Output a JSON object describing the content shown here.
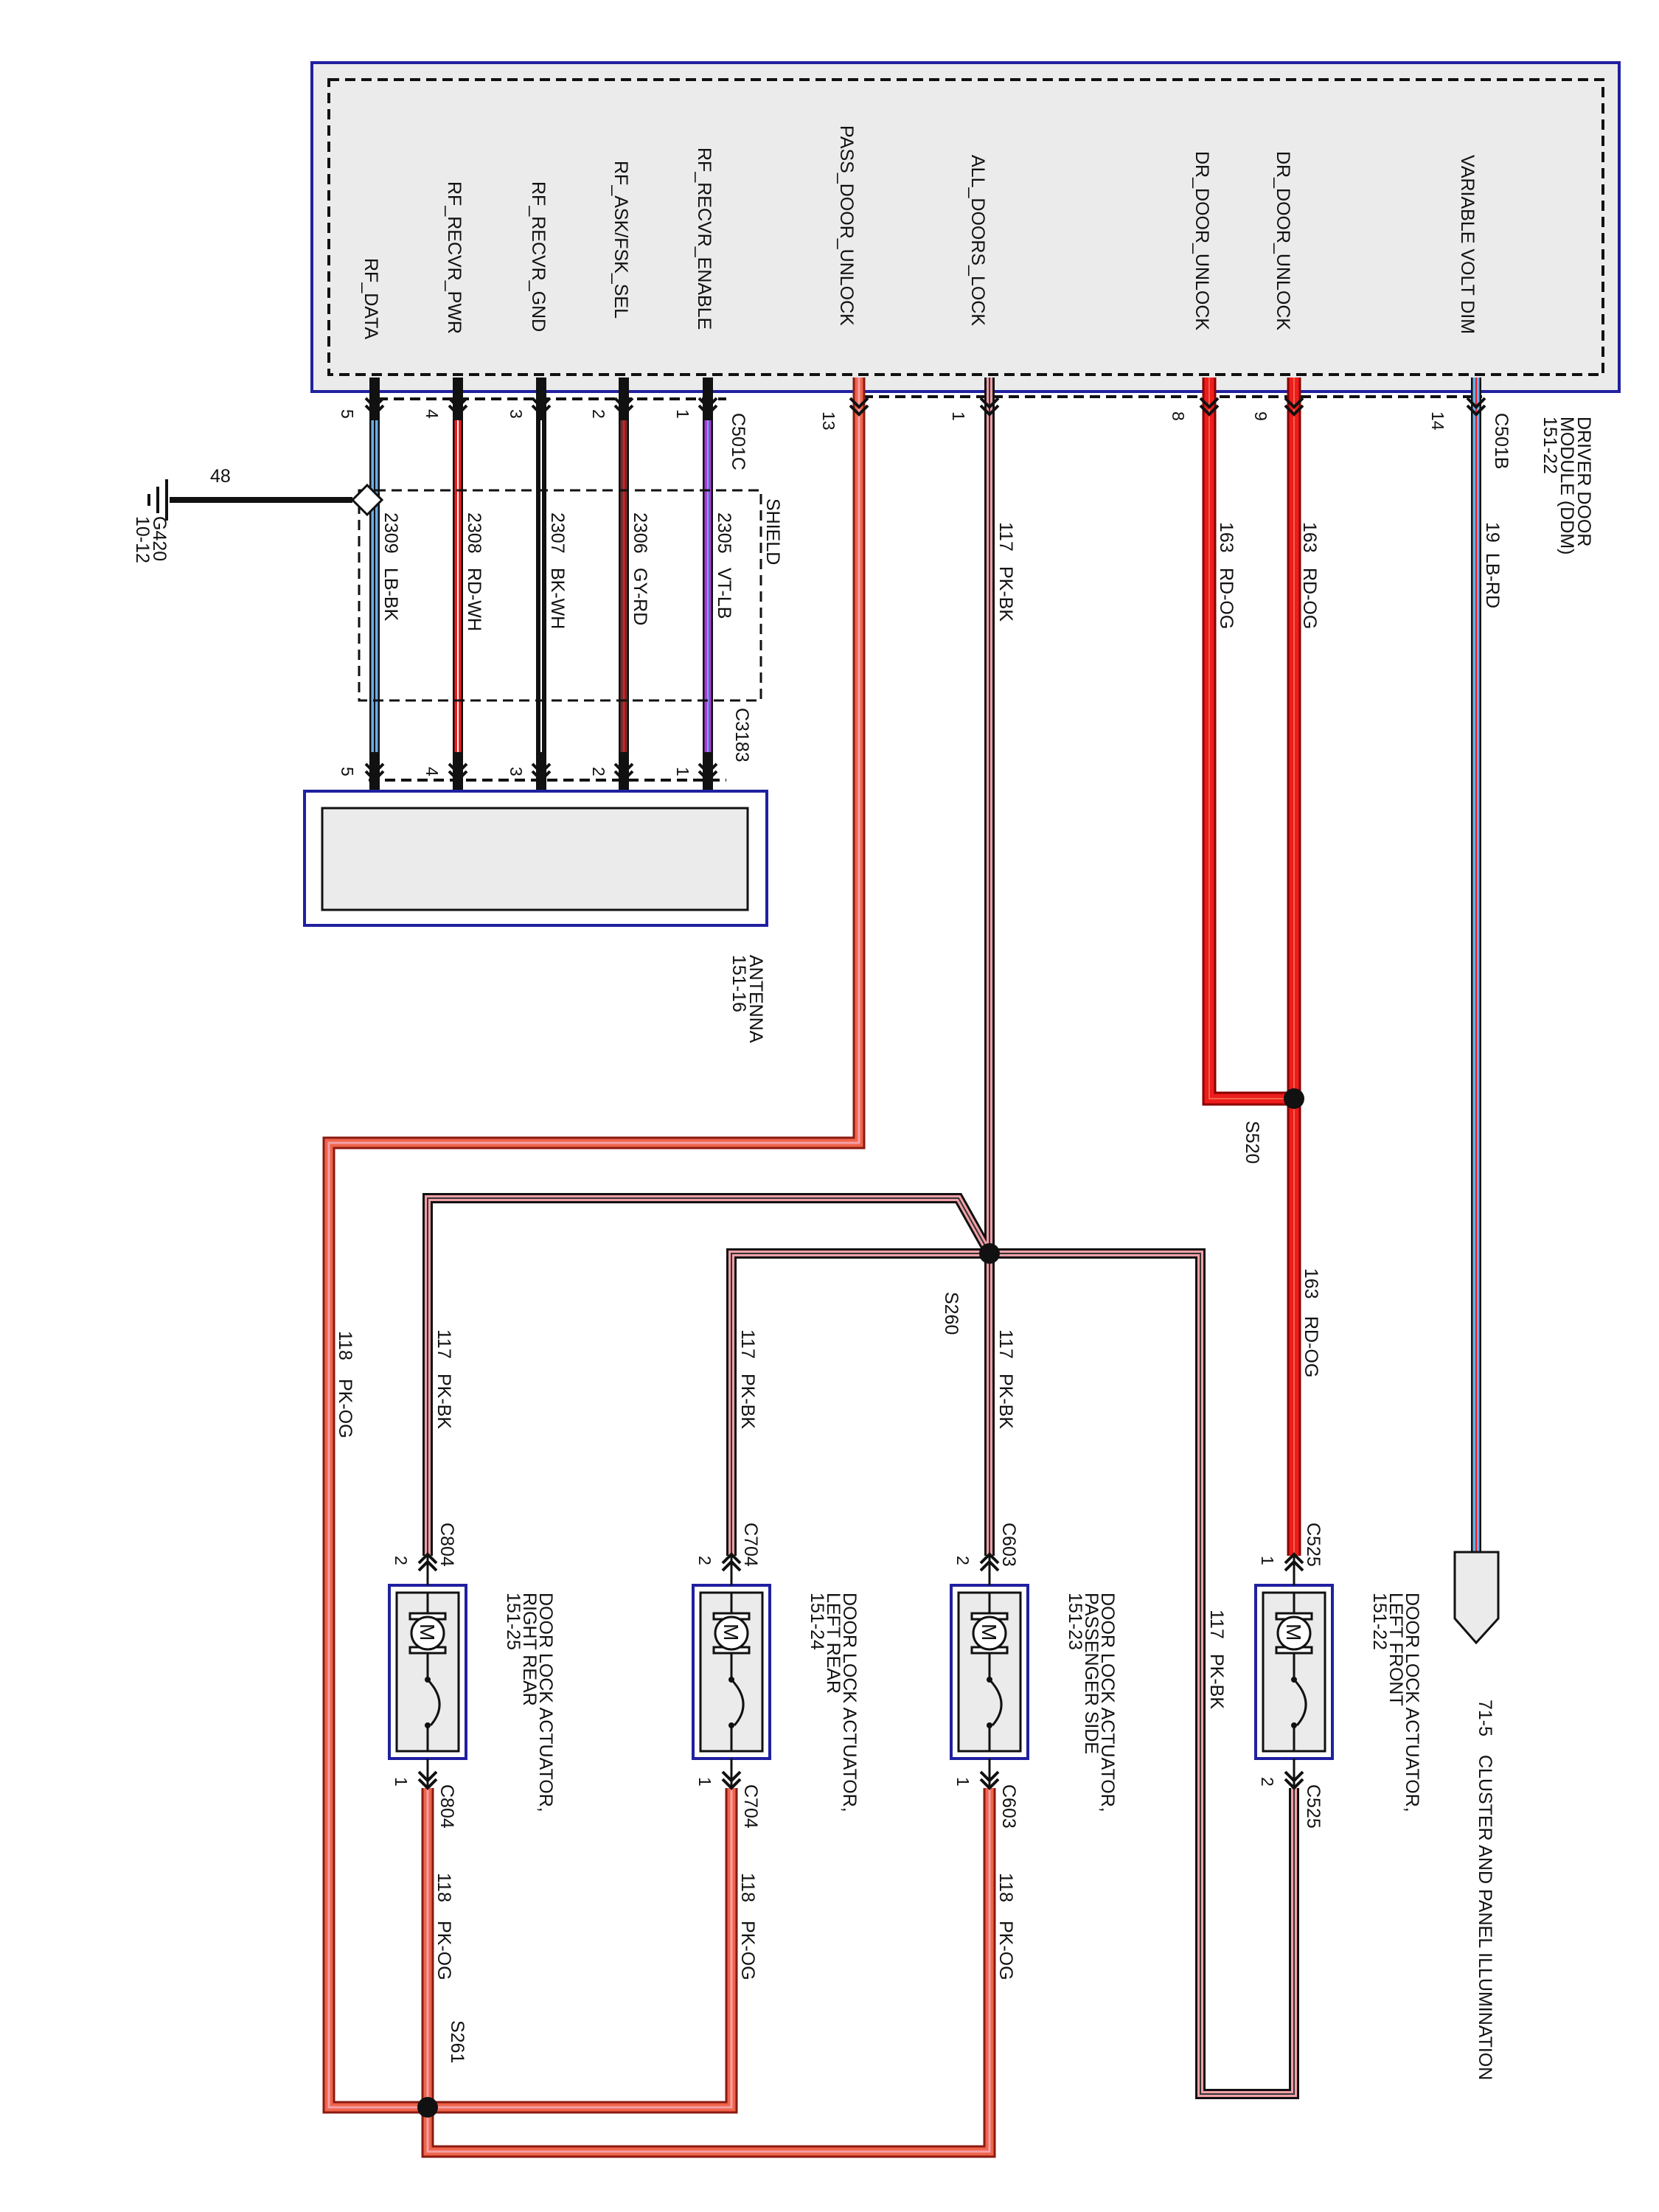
{
  "colors": {
    "module_fill": "#ebebeb",
    "module_border": "#2020a0",
    "pk": "#f2a0a8",
    "rd": "#ee1c1c",
    "og": "#f0644a",
    "lb": "#6aaee8",
    "vt": "#a040d8",
    "gy": "#9a9a9a",
    "wh": "#ffffff",
    "bk": "#111111"
  },
  "module": {
    "name_lines": [
      "DRIVER DOOR",
      "MODULE (DDM)",
      "151-22"
    ],
    "connector_b": "C501B",
    "connector_c": "C501C"
  },
  "signals": {
    "variable_volt_dim": "VARIABLE VOLT DIM",
    "dr_door_unlock_9": "DR_DOOR_UNLOCK",
    "dr_door_unlock_8": "DR_DOOR_UNLOCK",
    "all_doors_lock": "ALL_DOORS_LOCK",
    "pass_door_unlock": "PASS_DOOR_UNLOCK",
    "rf_recvr_enable": "RF_RECVR_ENABLE",
    "rf_ask_fsk_sel": "RF_ASK/FSK_SEL",
    "rf_recvr_gnd": "RF_RECVR_GND",
    "rf_recvr_pwr": "RF_RECVR_PWR",
    "rf_data": "RF_DATA"
  },
  "pins": {
    "p14": "14",
    "p9": "9",
    "p8": "8",
    "p1": "1",
    "p13": "13",
    "c_1": "1",
    "c_2": "2",
    "c_3": "3",
    "c_4": "4",
    "c_5": "5"
  },
  "wires": {
    "w19": "19",
    "w19_color": "LB-RD",
    "w163": "163",
    "w163_color": "RD-OG",
    "w117": "117",
    "w117_color": "PK-BK",
    "w118": "118",
    "w118_color": "PK-OG",
    "w2305": "2305",
    "w2305_color": "VT-LB",
    "w2306": "2306",
    "w2306_color": "GY-RD",
    "w2307": "2307",
    "w2307_color": "BK-WH",
    "w2308": "2308",
    "w2308_color": "RD-WH",
    "w2309": "2309",
    "w2309_color": "LB-BK",
    "w48": "48"
  },
  "shield": "SHIELD",
  "ground": {
    "name": "G420",
    "ref": "10-12"
  },
  "antenna": {
    "connector": "C3183",
    "name": "ANTENNA",
    "ref": "151-16"
  },
  "splices": {
    "s520": "S520",
    "s260": "S260",
    "s261": "S261"
  },
  "cluster": {
    "ref": "71-5",
    "name": "CLUSTER AND PANEL ILLUMINATION"
  },
  "actuators": {
    "lf": {
      "conn": "C525",
      "lines": [
        "DOOR LOCK ACTUATOR,",
        "LEFT FRONT",
        "151-22"
      ],
      "pin_top": "1",
      "pin_bottom": "2"
    },
    "ps": {
      "conn": "C603",
      "lines": [
        "DOOR LOCK ACTUATOR,",
        "PASSENGER SIDE",
        "151-23"
      ],
      "pin_top": "2",
      "pin_bottom": "1"
    },
    "lr": {
      "conn": "C704",
      "lines": [
        "DOOR LOCK  ACTUATOR,",
        "LEFT REAR",
        "151-24"
      ],
      "pin_top": "2",
      "pin_bottom": "1"
    },
    "rr": {
      "conn": "C804",
      "lines": [
        "DOOR LOCK ACTUATOR,",
        "RIGHT REAR",
        "151-25"
      ],
      "pin_top": "2",
      "pin_bottom": "1"
    }
  },
  "motor_symbol": "M"
}
